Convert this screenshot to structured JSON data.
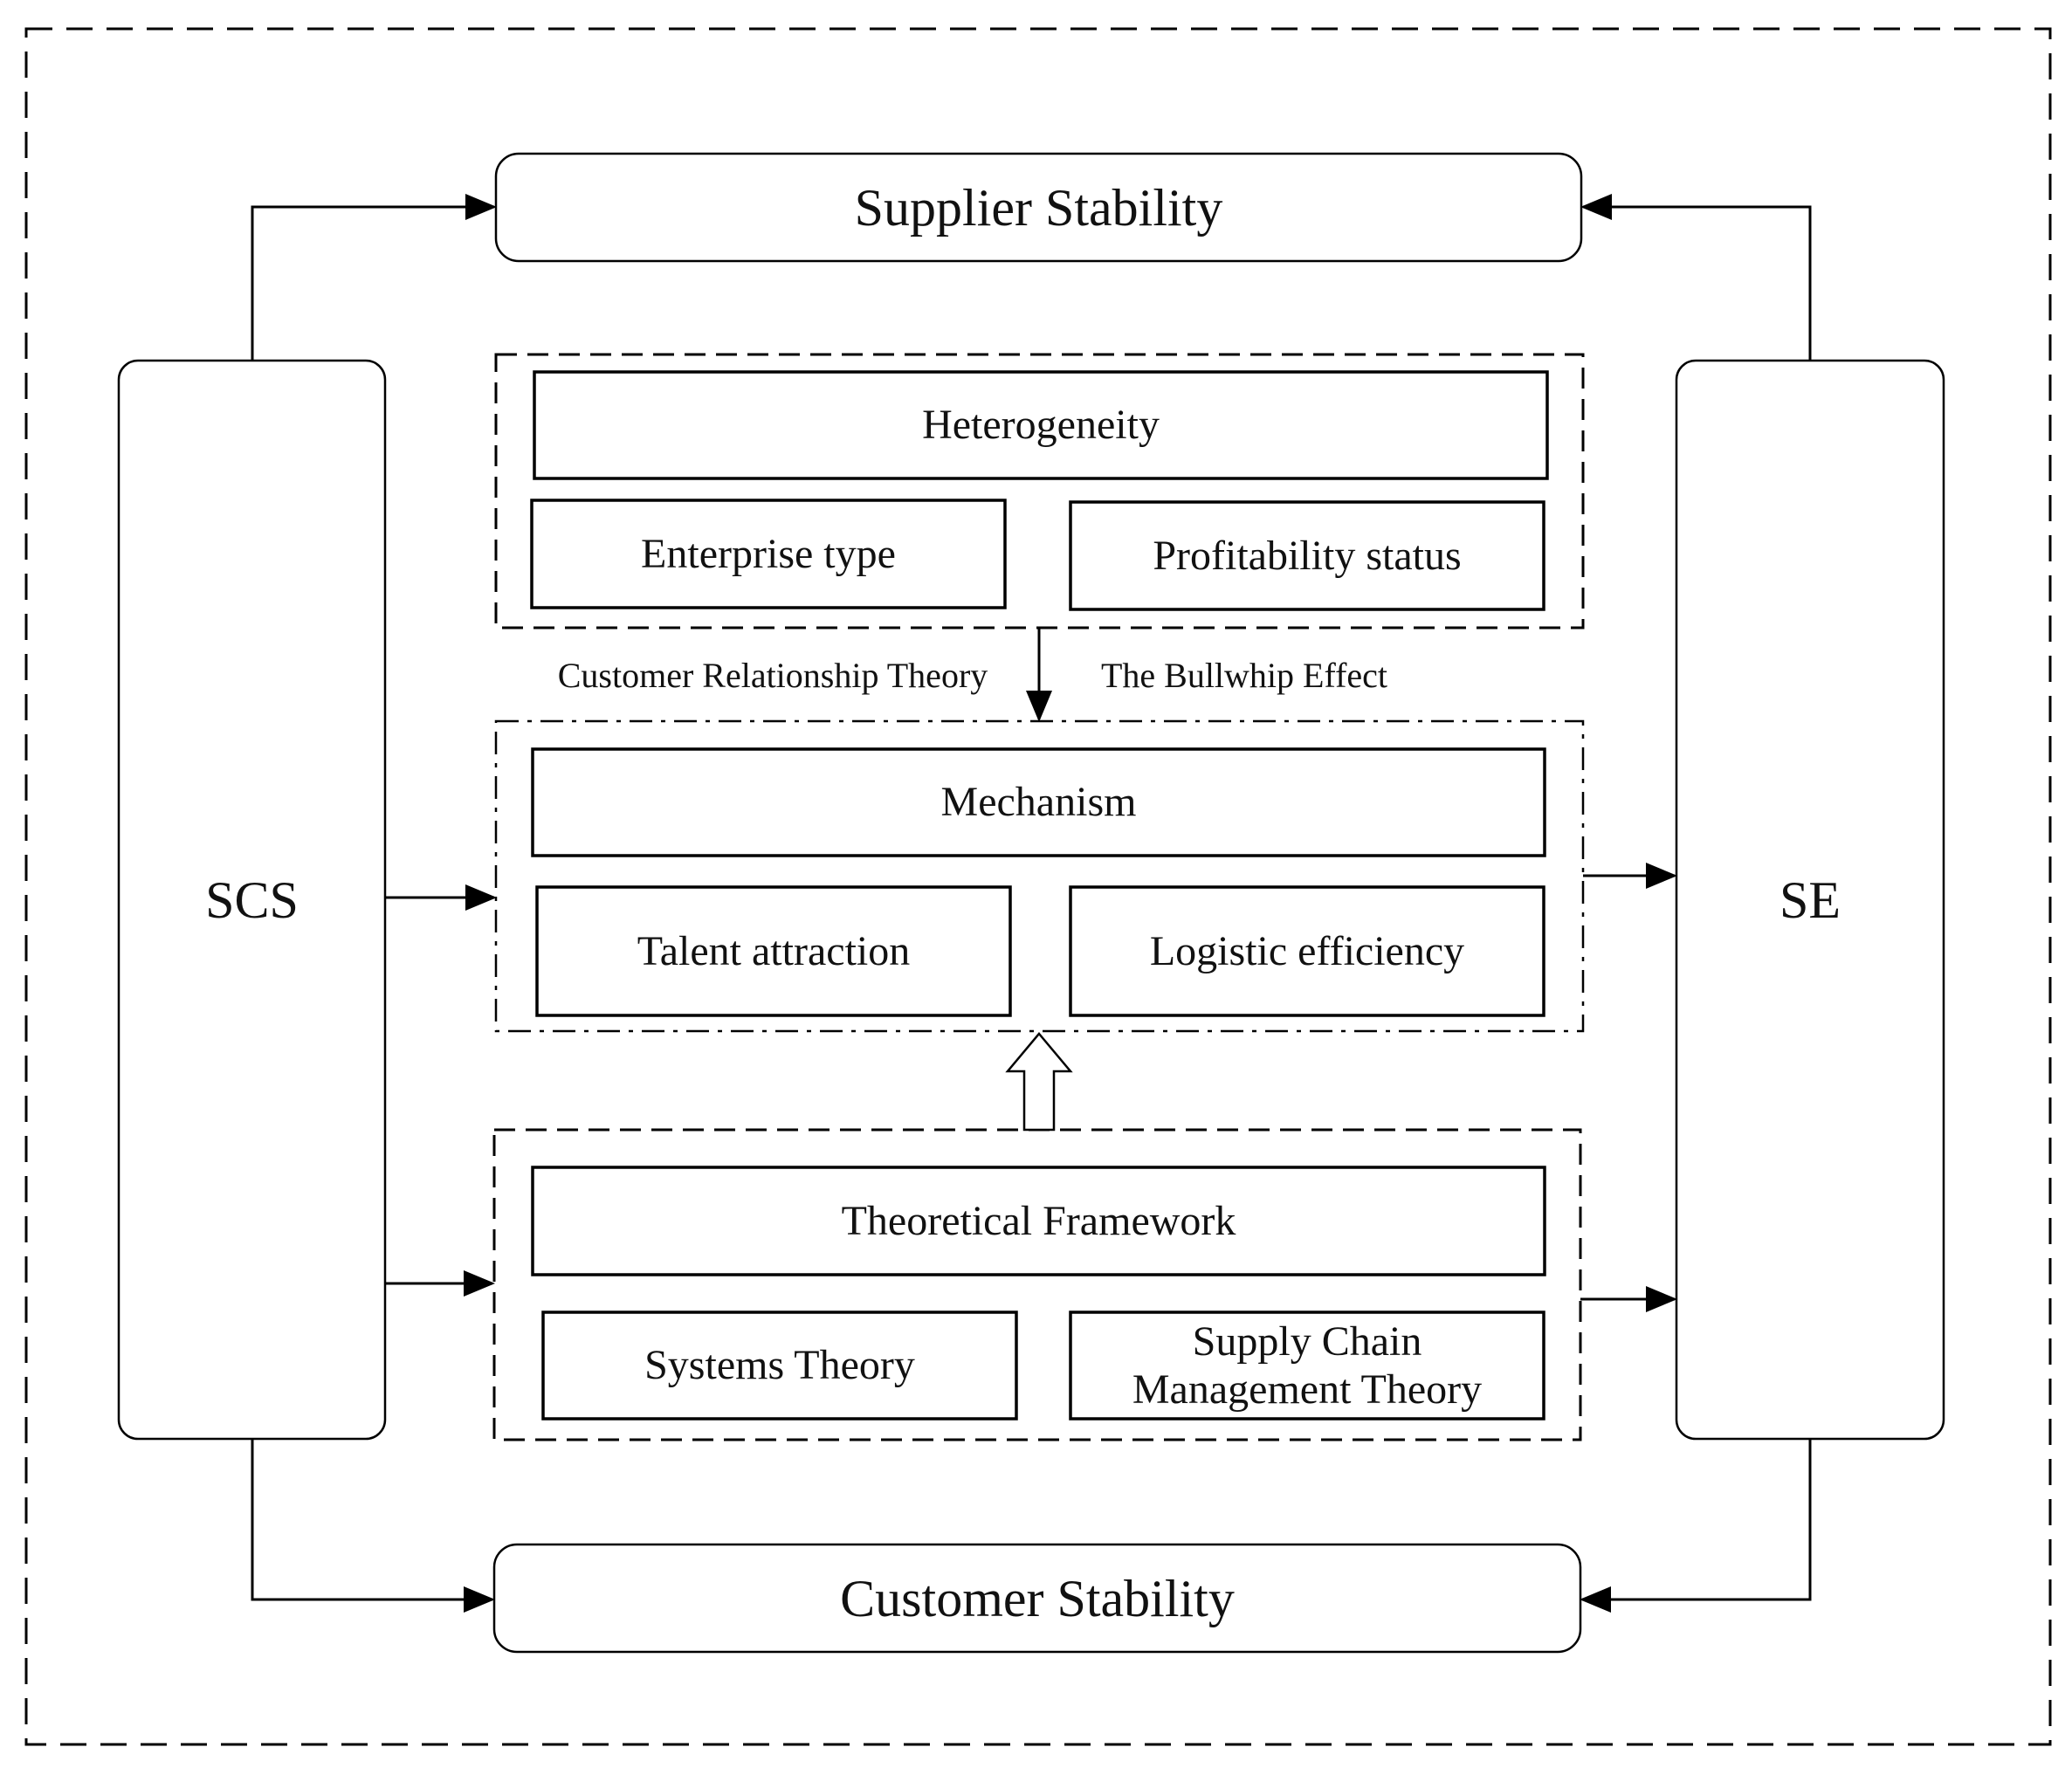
{
  "diagram": {
    "nodes": {
      "supplier_stability": "Supplier Stability",
      "customer_stability": "Customer Stability",
      "scs": "SCS",
      "se": "SE",
      "heterogeneity": "Heterogeneity",
      "enterprise_type": "Enterprise type",
      "profitability_status": "Profitability status",
      "mechanism": "Mechanism",
      "talent_attraction": "Talent attraction",
      "logistic_efficiency": "Logistic efficiency",
      "theoretical_framework": "Theoretical Framework",
      "systems_theory": "Systems Theory",
      "supply_chain_management_theory": "Supply Chain Management Theory"
    },
    "edge_labels": {
      "customer_relationship_theory": "Customer Relationship Theory",
      "bullwhip_effect": "The Bullwhip Effect"
    },
    "edges": [
      {
        "from": "scs",
        "to": "supplier_stability"
      },
      {
        "from": "se",
        "to": "supplier_stability"
      },
      {
        "from": "scs",
        "to": "customer_stability"
      },
      {
        "from": "se",
        "to": "customer_stability"
      },
      {
        "from": "scs",
        "to": "mechanism_group"
      },
      {
        "from": "mechanism_group",
        "to": "se"
      },
      {
        "from": "scs",
        "to": "theoretical_framework_group"
      },
      {
        "from": "theoretical_framework_group",
        "to": "se"
      },
      {
        "from": "heterogeneity_group",
        "to": "mechanism_group"
      },
      {
        "from": "theoretical_framework_group",
        "to": "mechanism_group"
      }
    ]
  }
}
